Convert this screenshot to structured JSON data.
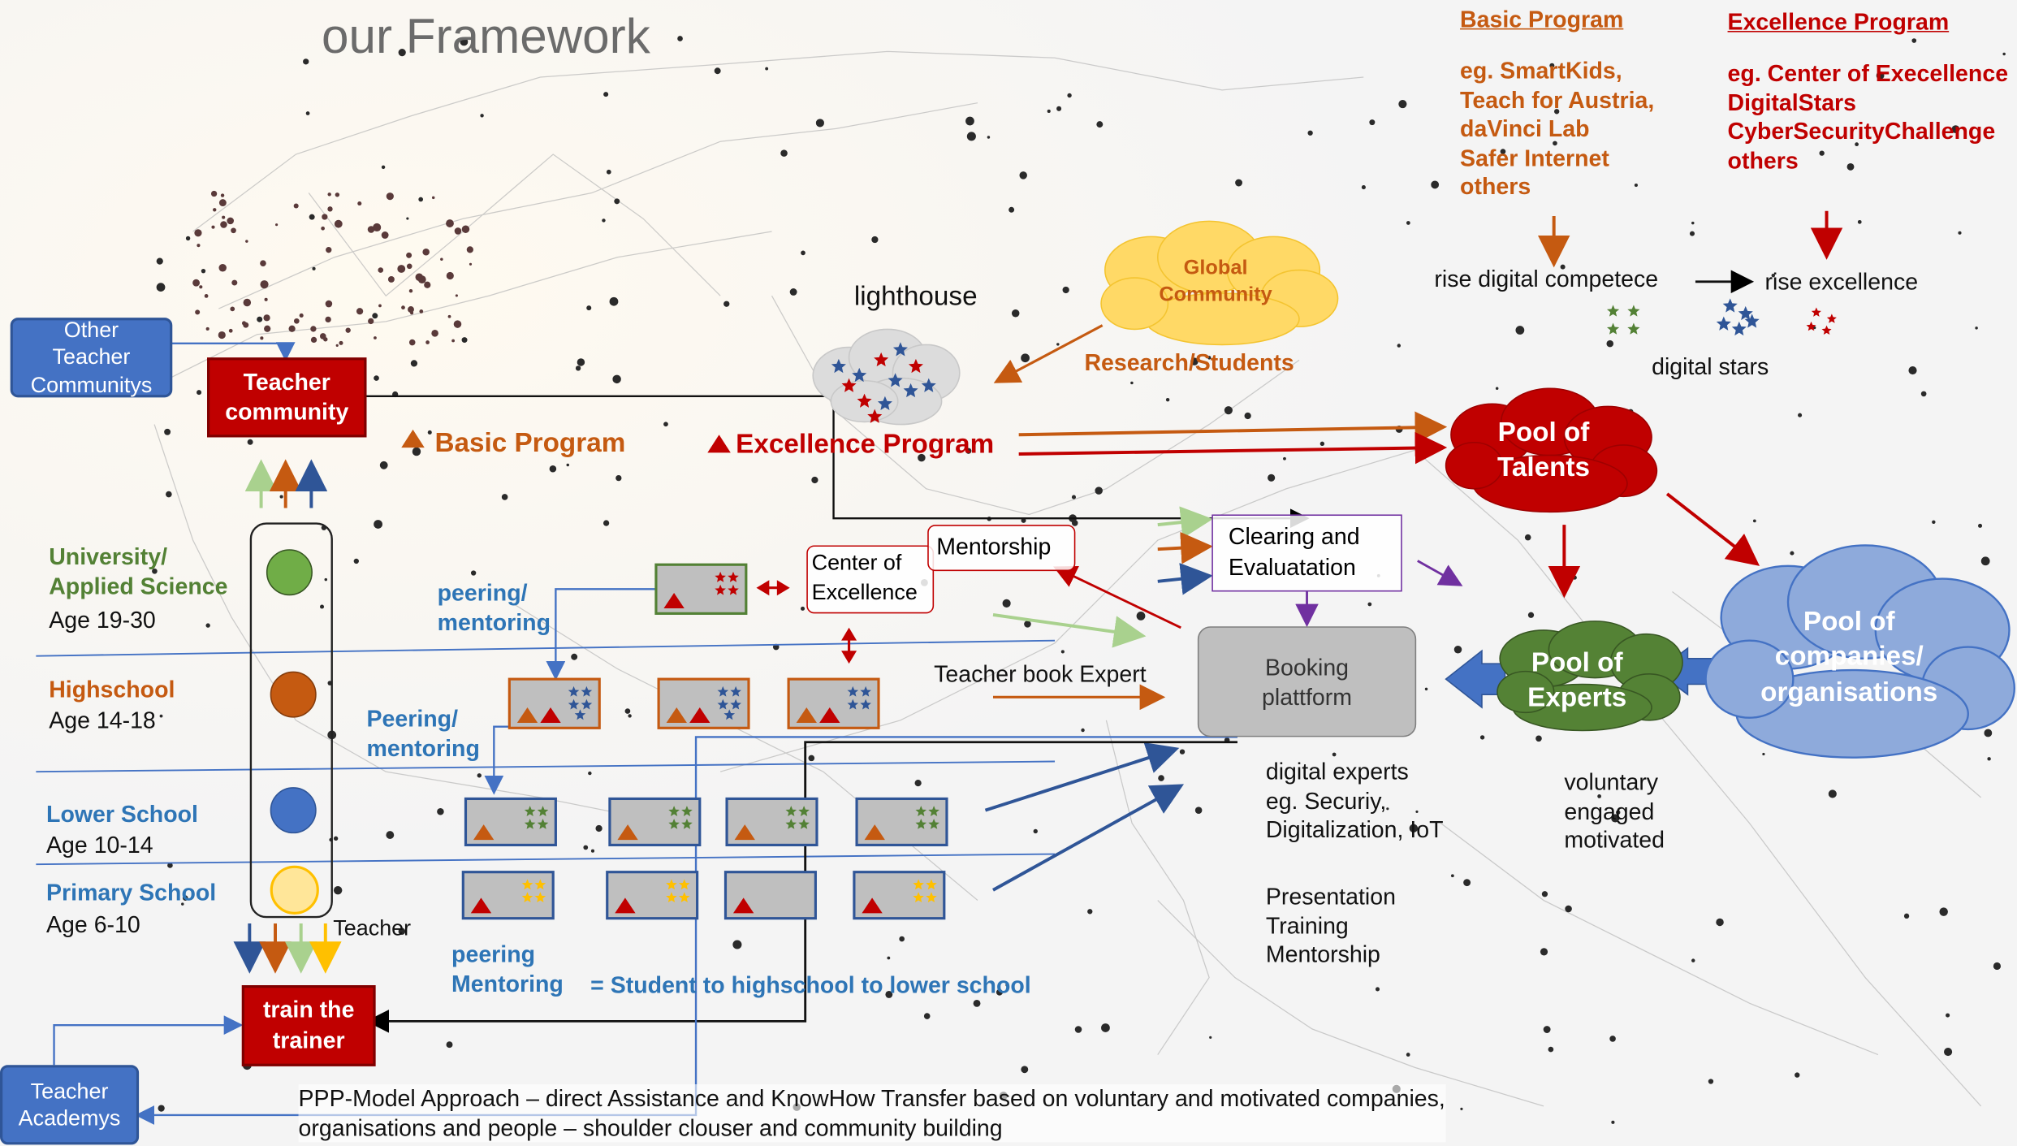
{
  "title": "our Framework",
  "top_right": {
    "basic": {
      "heading": "Basic Program",
      "items": "eg. SmartKids,\nTeach for Austria,\ndaVinci Lab\nSafer Internet\nothers"
    },
    "excellence": {
      "heading": "Excellence Program",
      "items": "eg. Center of Execellence\nDigitalStars\nCyberSecurityChallenge\nothers"
    },
    "rise_digital": "rise digital competece",
    "rise_excellence": "rise excellence",
    "digital_stars": "digital stars"
  },
  "cloud_global": "Global\nCommunity",
  "research_students": "Research/Students",
  "lighthouse": "lighthouse",
  "legend": {
    "basic": "Basic Program",
    "excellence": "Excellence Program"
  },
  "other_teacher": "Other\nTeacher\nCommunitys",
  "teacher_community": "Teacher\ncommunity",
  "levels": [
    {
      "name": "University/\nApplied Science",
      "age": "Age 19-30"
    },
    {
      "name": "Highschool",
      "age": "Age 14-18"
    },
    {
      "name": "Lower School",
      "age": "Age 10-14"
    },
    {
      "name": "Primary  School",
      "age": "Age 6-10"
    }
  ],
  "teacher": "Teacher",
  "train_trainer": "train the\ntrainer",
  "teacher_academys": "Teacher\nAcademys",
  "peering1": "peering/\nmentoring",
  "peering2": "Peering/\nmentoring",
  "peering3": "peering\nMentoring",
  "student_flow": "= Student  to highschool  to lower school",
  "center_excellence": "Center of\nExcellence",
  "mentorship": "Mentorship",
  "clearing": "Clearing and\nEvaluatation",
  "teacher_book": "Teacher book Expert",
  "booking": "Booking\nplattform",
  "pool_talents": "Pool of\nTalents",
  "pool_companies": "Pool of\ncompanies/\norganisations",
  "pool_experts": "Pool of\nExperts",
  "voluntary": "voluntary\nengaged\nmotivated",
  "digital_experts": "digital experts\neg. Securiy,\nDigitalization, IoT",
  "presentation": "Presentation\nTraining\nMentorship",
  "bottom_text": "PPP-Model Approach – direct Assistance and KnowHow Transfer based on voluntary and motivated companies,\norganisations and people – shoulder clouser and community building",
  "colors": {
    "orange": "#c55a11",
    "red": "#c00000",
    "green": "#538135",
    "blue": "#2e75b6",
    "gold": "#ffd966"
  }
}
